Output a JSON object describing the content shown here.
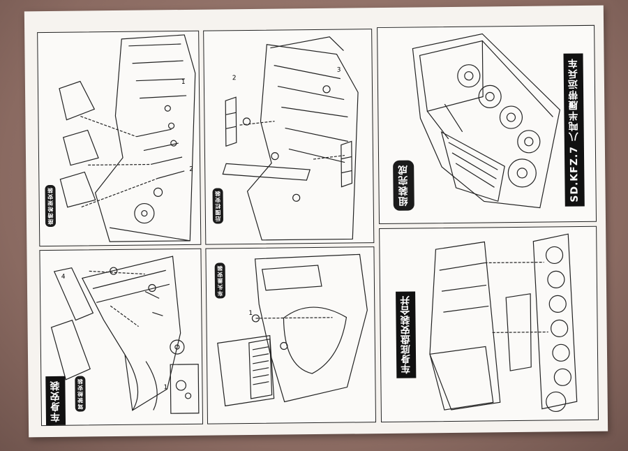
{
  "document": {
    "panels": [
      {
        "id": "p1",
        "label": "座椅枪架安装"
      },
      {
        "id": "p2",
        "label": "后围栏安装"
      },
      {
        "id": "p3",
        "label": "组装完成"
      },
      {
        "id": "p4",
        "label": "驾驶舱安装"
      },
      {
        "id": "p5",
        "label": "车头盖安装"
      },
      {
        "id": "p6",
        "label": "车身底盘安装合并"
      }
    ],
    "section_title": "车身安装",
    "model_title": "SD.KFZ.7 八吨半履带运兵车",
    "step_numbers": [
      "1",
      "2",
      "3",
      "4"
    ]
  }
}
